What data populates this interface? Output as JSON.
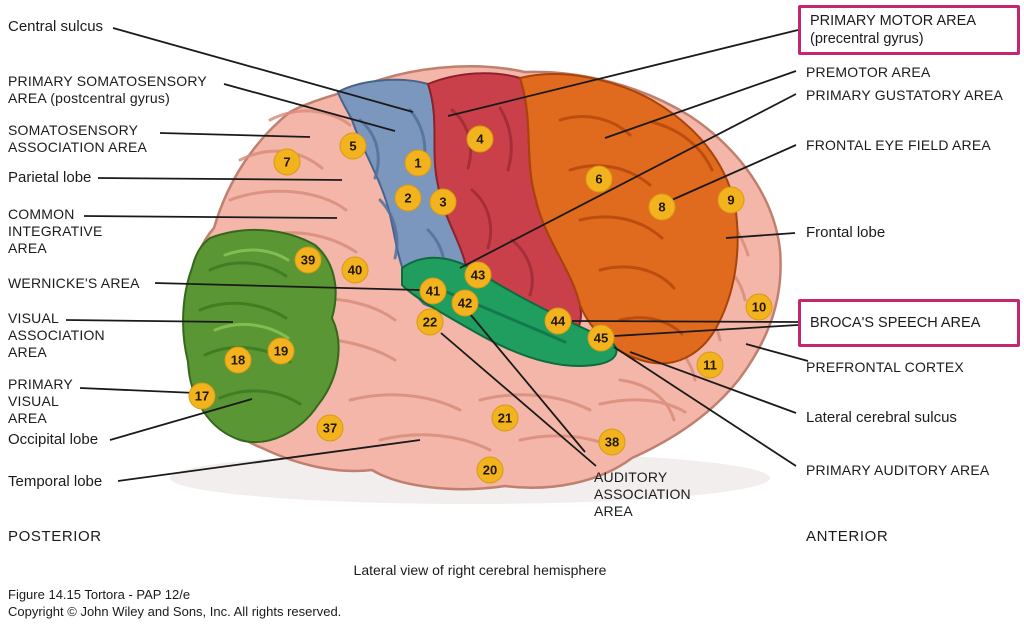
{
  "figure": {
    "caption": "Lateral view of right cerebral hemisphere",
    "figure_credit": "Figure 14.15  Tortora - PAP 12/e",
    "copyright": "Copyright © John Wiley and Sons, Inc. All rights reserved."
  },
  "labels": {
    "central_sulcus": "Central sulcus",
    "primary_somatosensory": "PRIMARY SOMATOSENSORY\nAREA (postcentral gyrus)",
    "somatosensory_association": "SOMATOSENSORY\nASSOCIATION AREA",
    "parietal_lobe": "Parietal lobe",
    "common_integrative": "COMMON\nINTEGRATIVE\nAREA",
    "wernickes": "WERNICKE'S AREA",
    "visual_association": "VISUAL\nASSOCIATION\nAREA",
    "primary_visual": "PRIMARY\nVISUAL\nAREA",
    "occipital_lobe": "Occipital lobe",
    "temporal_lobe": "Temporal lobe",
    "posterior": "POSTERIOR",
    "primary_motor": "PRIMARY MOTOR AREA\n(precentral gyrus)",
    "premotor": "PREMOTOR AREA",
    "primary_gustatory": "PRIMARY GUSTATORY AREA",
    "frontal_eye_field": "FRONTAL EYE FIELD AREA",
    "frontal_lobe": "Frontal lobe",
    "brocas": "BROCA'S SPEECH AREA",
    "prefrontal_cortex": "PREFRONTAL CORTEX",
    "lateral_cerebral_sulcus": "Lateral cerebral sulcus",
    "primary_auditory": "PRIMARY AUDITORY AREA",
    "anterior": "ANTERIOR",
    "auditory_association": "AUDITORY\nASSOCIATION\nAREA"
  },
  "badge_numbers": [
    "1",
    "2",
    "3",
    "4",
    "5",
    "6",
    "7",
    "8",
    "9",
    "10",
    "11",
    "17",
    "18",
    "19",
    "20",
    "21",
    "22",
    "37",
    "38",
    "39",
    "40",
    "41",
    "42",
    "43",
    "44",
    "45"
  ],
  "colors": {
    "cortex_pink": "#f3b6a8",
    "cortex_outline": "#c08070",
    "somatosensory_blue": "#7b97bd",
    "motor_red": "#c9404a",
    "frontal_orange": "#e06a1e",
    "occipital_green": "#5a9633",
    "temporal_teal": "#1f9e60",
    "badge_yellow": "#f2b31e",
    "highlight_box_pink": "#c3276f",
    "leader_line": "#1a1a1a",
    "text": "#1b1b1b"
  }
}
